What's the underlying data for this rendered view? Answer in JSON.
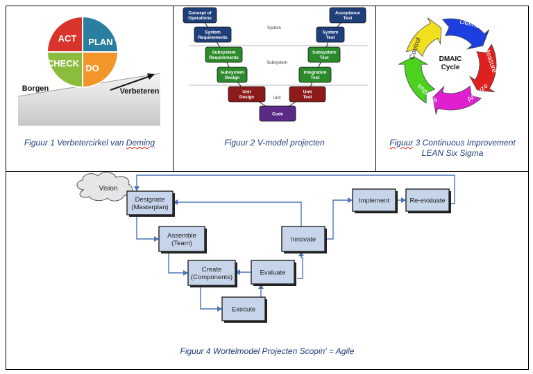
{
  "figure1": {
    "segments": {
      "act": "ACT",
      "plan": "PLAN",
      "check": "CHECK",
      "do": "DO"
    },
    "left_label": "Borgen",
    "right_label": "Verbeteren",
    "caption": {
      "prefix": "Figuur 1 Verbetercirkel van ",
      "underlined": "Deming"
    },
    "colors": {
      "act": "#d9342b",
      "plan": "#2a7fa0",
      "check": "#8cbc3e",
      "do": "#f3962a"
    }
  },
  "figure2": {
    "bands": {
      "system": "System",
      "subsystem": "Subsystem",
      "unit": "Unit"
    },
    "boxes": {
      "concept": [
        "Concept of",
        "Operations"
      ],
      "sysreq": [
        "System",
        "Requirements"
      ],
      "subreq": [
        "Subsystem",
        "Requirements"
      ],
      "subdes": [
        "Subsystem",
        "Design"
      ],
      "unitdes": [
        "Unit",
        "Design"
      ],
      "code": [
        "Code"
      ],
      "unittest": [
        "Unit",
        "Test"
      ],
      "integ": [
        "Integration",
        "Test"
      ],
      "subtest": [
        "Subsystem",
        "Test"
      ],
      "systest": [
        "System",
        "Test"
      ],
      "accept": [
        "Acceptance",
        "Test"
      ]
    },
    "caption": "Figuur 2 V-model projecten",
    "colors": {
      "navy": "#1e3f7a",
      "green": "#2b8a2b",
      "red": "#8c1a1a",
      "purple": "#5b2a86"
    }
  },
  "figure3": {
    "center": [
      "DMAIC",
      "Cycle"
    ],
    "arrows": {
      "define": "Define",
      "measure": "Measure",
      "analyze": "Analyze",
      "improve": "Improve",
      "control": "Control"
    },
    "caption": {
      "underlined": "Figuur",
      "line1_rest": " 3 Continuous Improvement",
      "line2": "LEAN Six Sigma"
    },
    "colors": {
      "define": "#1e3fe0",
      "measure": "#e0201e",
      "analyze": "#e020d0",
      "improve": "#4bd11e",
      "control": "#f0e020"
    }
  },
  "figure4": {
    "cloud": "Vision",
    "boxes": {
      "designate": [
        "Designate",
        "(Masterplan)"
      ],
      "assemble": [
        "Assemble",
        "(Team)"
      ],
      "create": [
        "Create",
        "(Components)"
      ],
      "execute": [
        "Execute"
      ],
      "evaluate": [
        "Evaluate"
      ],
      "innovate": [
        "Innovate"
      ],
      "implement": [
        "Implement"
      ],
      "reevaluate": [
        "Re-evaluate"
      ]
    },
    "caption": "Figuur 4 Wortelmodel Projecten Scopin' = Agile",
    "colors": {
      "line": "#4a74b8",
      "box_fill": "#c6d5ea"
    }
  }
}
